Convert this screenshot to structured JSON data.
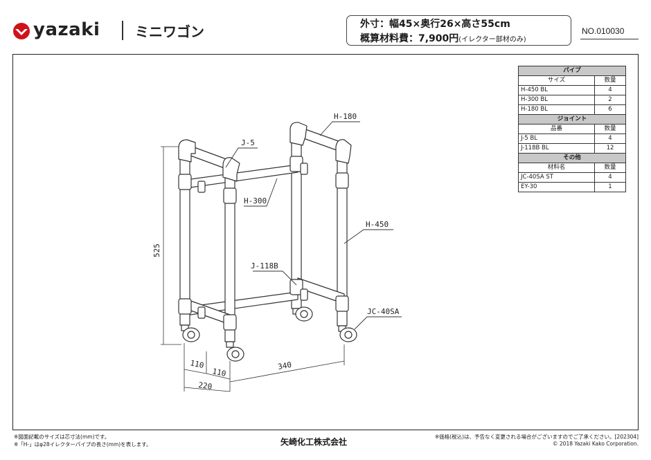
{
  "header": {
    "brand": "yazaki",
    "product_name": "ミニワゴン",
    "spec_dimensions": "外寸：幅45×奥行26×高さ55cm",
    "spec_cost_label": "概算材料費：7,900円",
    "spec_cost_note": "(イレクター部材のみ)",
    "doc_number": "NO.010030"
  },
  "parts_table": {
    "sections": [
      {
        "title": "パイプ",
        "col_name": "サイズ",
        "col_qty": "数量",
        "rows": [
          {
            "name": "H-450 BL",
            "qty": "4"
          },
          {
            "name": "H-300 BL",
            "qty": "2"
          },
          {
            "name": "H-180 BL",
            "qty": "6"
          }
        ]
      },
      {
        "title": "ジョイント",
        "col_name": "品番",
        "col_qty": "数量",
        "rows": [
          {
            "name": "J-5 BL",
            "qty": "4"
          },
          {
            "name": "J-118B BL",
            "qty": "12"
          }
        ]
      },
      {
        "title": "その他",
        "col_name": "材料名",
        "col_qty": "数量",
        "rows": [
          {
            "name": "JC-40SA ST",
            "qty": "4"
          },
          {
            "name": "EY-30",
            "qty": "1"
          }
        ]
      }
    ]
  },
  "drawing": {
    "labels": {
      "h180": "H-180",
      "j5": "J-5",
      "h300": "H-300",
      "h450": "H-450",
      "j118b": "J-118B",
      "jc40sa": "JC-40SA"
    },
    "dimensions": {
      "height": "525",
      "depth_a": "110",
      "depth_b": "110",
      "depth_total": "220",
      "width": "340"
    }
  },
  "footer": {
    "note1": "※図面記載のサイズは芯寸法(mm)です。",
    "note2": "※「H-」はφ28イレクターパイプの長さ(mm)を表します。",
    "company": "矢崎化工株式会社",
    "price_note": "※価格(税込)は、予告なく変更される場合がございますのでご了承ください。[202304]",
    "copyright": "© 2018 Yazaki Kako Corporation."
  },
  "colors": {
    "brand_red": "#d0121b",
    "table_header_bg": "#c8c8c8"
  }
}
